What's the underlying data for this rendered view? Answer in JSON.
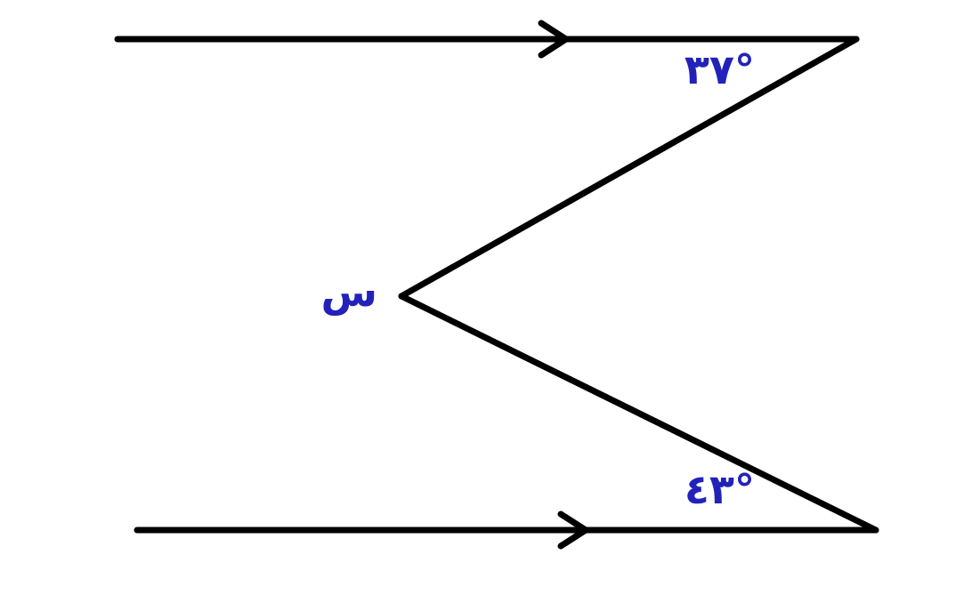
{
  "diagram": {
    "labels": {
      "top_angle": "٣٧°",
      "bottom_angle": "٤٣°",
      "unknown_angle": "س"
    },
    "colors": {
      "line": "#000000",
      "label": "#2222bb",
      "background": "#ffffff"
    },
    "icons": {
      "parallel_marker": "arrowhead"
    }
  }
}
